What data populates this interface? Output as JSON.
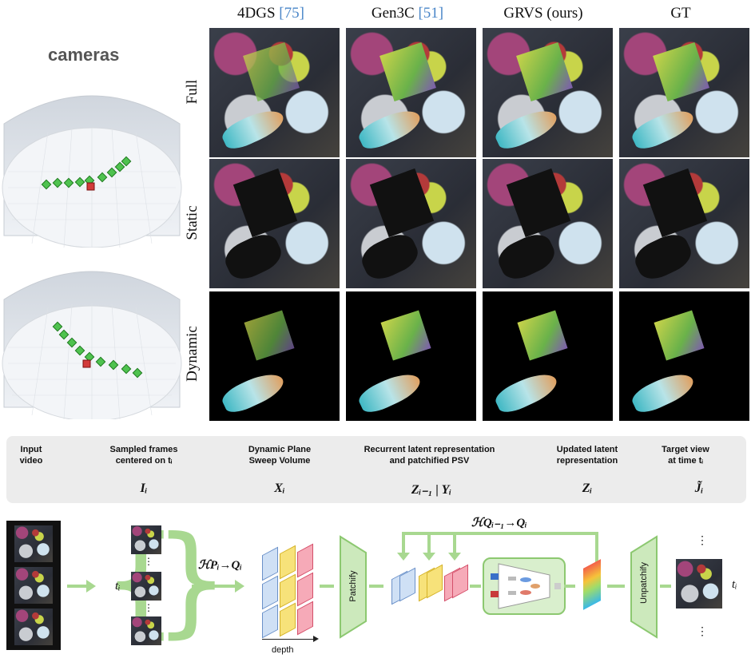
{
  "cameras_title": "cameras",
  "columns": [
    {
      "name": "4DGS",
      "ref": "[75]"
    },
    {
      "name": "Gen3C",
      "ref": "[51]"
    },
    {
      "name": "GRVS (ours)",
      "ref": ""
    },
    {
      "name": "GT",
      "ref": ""
    }
  ],
  "rows": [
    "Full",
    "Static",
    "Dynamic"
  ],
  "pipeline": {
    "captions": [
      "Input\nvideo",
      "Sampled frames\ncentered on tᵢ",
      "Dynamic Plane\nSweep Volume",
      "Recurrent latent representation\nand patchified PSV",
      "Updated latent\nrepresentation",
      "Target view\nat time tᵢ"
    ],
    "symbols": [
      "Iᵢ",
      "Xᵢ",
      "Zᵢ₋₁ | Yᵢ",
      "Zᵢ",
      "J̃ᵢ"
    ],
    "homography_1": "ℋPᵢ→Qᵢ",
    "homography_2": "ℋQᵢ₋₁→Qᵢ",
    "t_label": "tᵢ",
    "patchify": "Patchify",
    "unpatchify": "Unpatchify",
    "depth": "depth",
    "ellipsis": "⋮"
  },
  "colors": {
    "ref_blue": "#4a86c8",
    "arrow_green": "#a8d890",
    "camera_green": "#4fc24f",
    "camera_red": "#d23a3a"
  }
}
